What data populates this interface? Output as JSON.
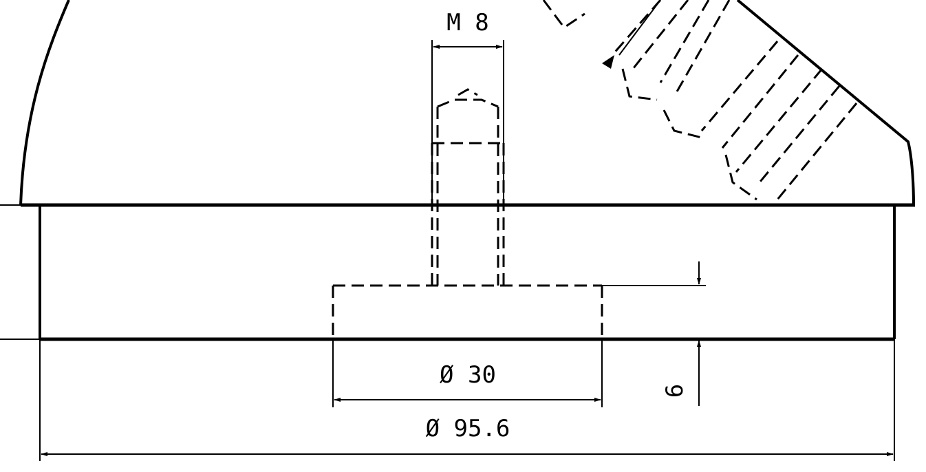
{
  "drawing": {
    "dimensions": {
      "thread": "M 8",
      "recess_diameter": "Ø 30",
      "outer_diameter": "Ø 95.6",
      "recess_depth": "6"
    },
    "colors": {
      "stroke": "#000000",
      "background": "#ffffff"
    }
  }
}
